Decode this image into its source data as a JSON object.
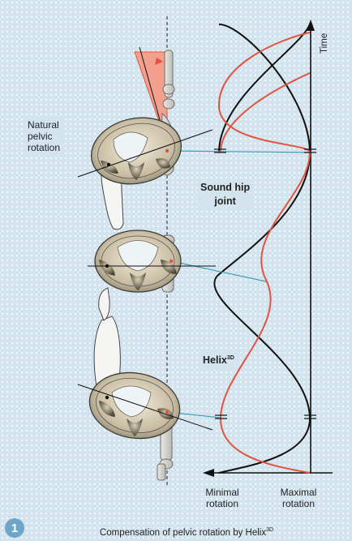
{
  "labels": {
    "time_axis": "Time",
    "natural_pelvic_rotation": "Natural\npelvic\nrotation",
    "sound_hip_joint": "Sound hip\njoint",
    "helix": "Helix",
    "helix_sup": "3D",
    "minimal_rotation": "Minimal\nrotation",
    "maximal_rotation": "Maximal\nrotation"
  },
  "figure": {
    "number": "1",
    "caption_text": "Compensation of pelvic rotation by Helix",
    "caption_sup": "3D"
  },
  "colors": {
    "background": "#d3e4ef",
    "sound_hip_curve": "#111111",
    "helix_curve": "#e2533f",
    "connector_line": "#3a9fb5",
    "rotation_wedge": "#f4a08f",
    "badge": "#6fa5c6"
  },
  "icons": {
    "pelvis": "pelvis-cross-section-illustration",
    "prosthesis": "prosthetic-leg-illustration",
    "time_arrow": "arrow-up-icon",
    "rotation_arrow": "arrow-left-icon"
  }
}
